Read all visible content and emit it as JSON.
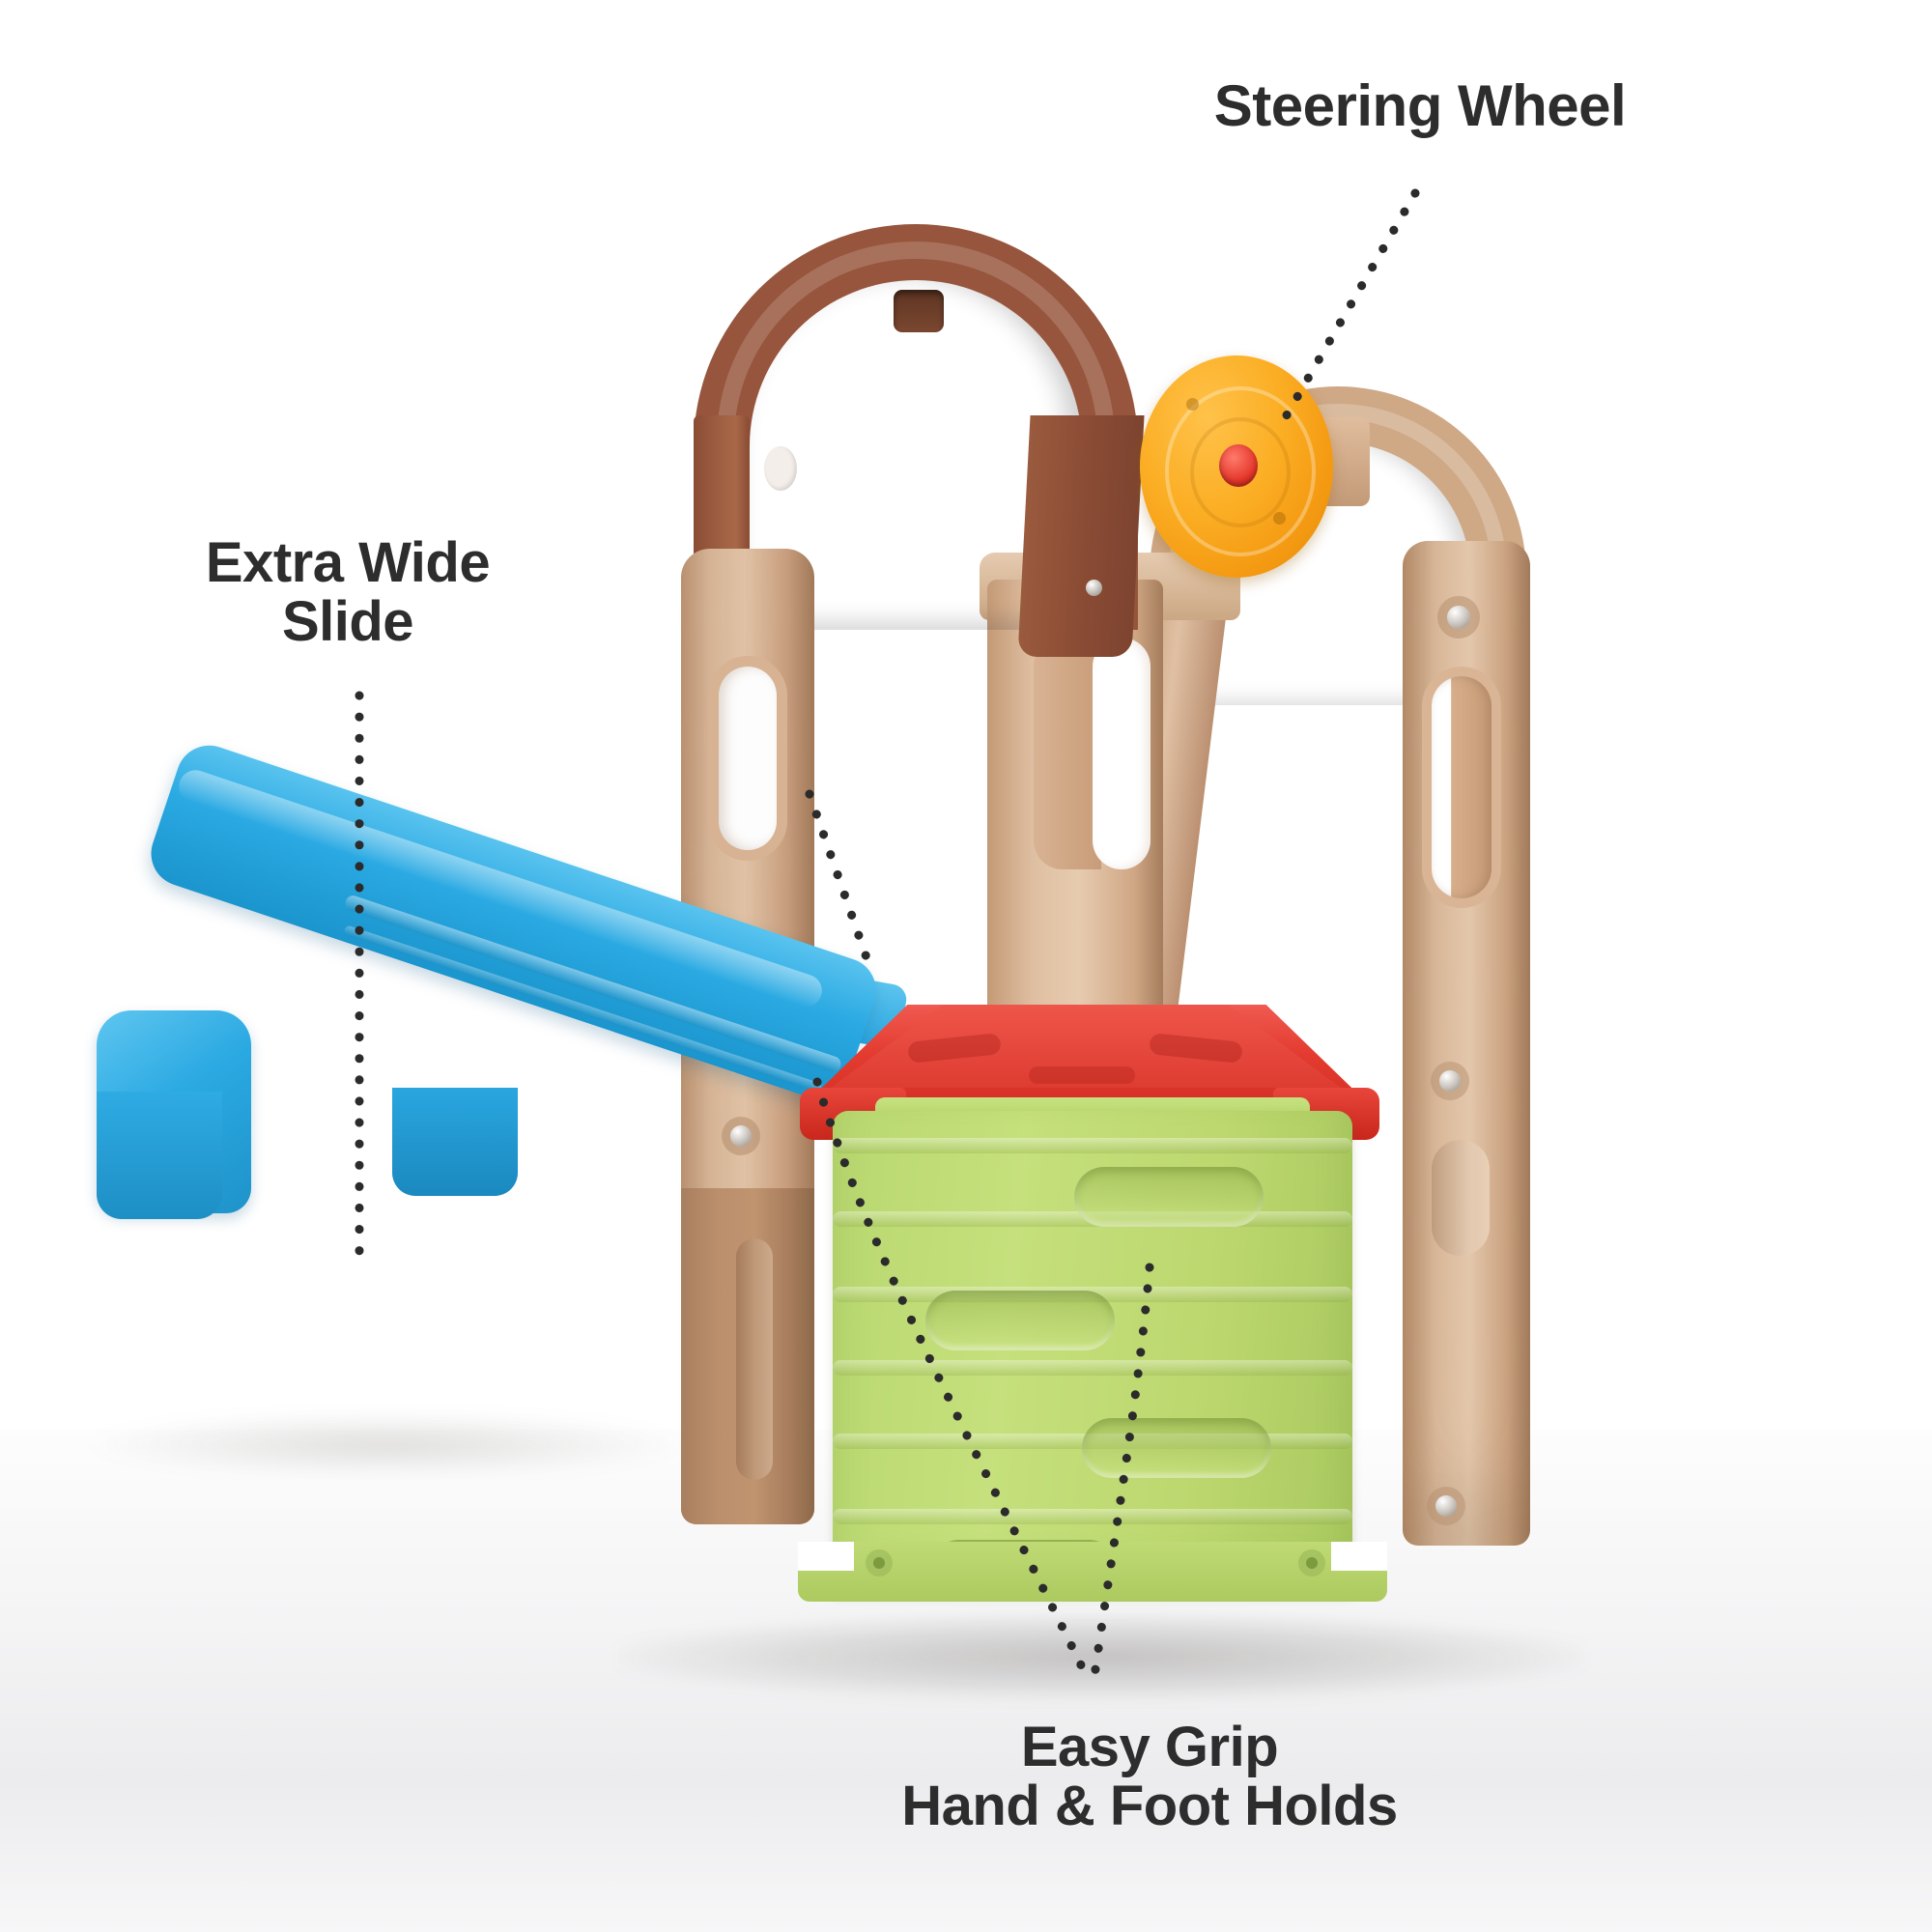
{
  "product": {
    "name": "Children's climber playset with slide",
    "background_color": "#ffffff",
    "palette": {
      "arch_brown": "#96553c",
      "post_tan": "#dcbb9c",
      "post_tan_dark": "#b08968",
      "slide_blue": "#2aa9e2",
      "deck_red": "#e03a2f",
      "wall_green": "#bdd970",
      "wheel_orange": "#f7a824",
      "wheel_hub_red": "#e4362a",
      "label_text": "#2d2d2d",
      "leader_dot": "#2b2b2b"
    }
  },
  "callouts": [
    {
      "id": "steering-wheel",
      "text": "Steering Wheel",
      "lines": [
        "Steering Wheel"
      ],
      "position": "top-right",
      "points_to": "steering-wheel-part"
    },
    {
      "id": "extra-wide-slide",
      "text": "Extra Wide\nSlide",
      "lines": [
        "Extra Wide",
        "Slide"
      ],
      "position": "left",
      "points_to": "blue-slide-part"
    },
    {
      "id": "easy-grip-holds",
      "text": "Easy Grip\nHand & Foot Holds",
      "lines": [
        "Easy Grip",
        "Hand & Foot Holds"
      ],
      "position": "bottom-center",
      "points_to": "green-climbing-wall-part"
    }
  ],
  "parts": [
    {
      "id": "steering-wheel-part",
      "label": "Steering Wheel",
      "color": "#f7a824"
    },
    {
      "id": "blue-slide-part",
      "label": "Extra Wide Slide",
      "color": "#2aa9e2"
    },
    {
      "id": "green-climbing-wall-part",
      "label": "Easy Grip Hand & Foot Holds",
      "color": "#bdd970"
    },
    {
      "id": "brown-arch-part",
      "label": "Brown Arch",
      "color": "#96553c"
    },
    {
      "id": "red-deck-part",
      "label": "Red Platform Deck",
      "color": "#e03a2f"
    },
    {
      "id": "tan-post-left-part",
      "label": "Left Tan Support Post",
      "color": "#dcbb9c"
    },
    {
      "id": "tan-post-right-part",
      "label": "Right Tan Support Post",
      "color": "#dcbb9c"
    },
    {
      "id": "tan-arch-part",
      "label": "Rear Tan Arch",
      "color": "#cfa886"
    },
    {
      "id": "center-column-part",
      "label": "Center Support Column",
      "color": "#dcbb9c"
    }
  ]
}
